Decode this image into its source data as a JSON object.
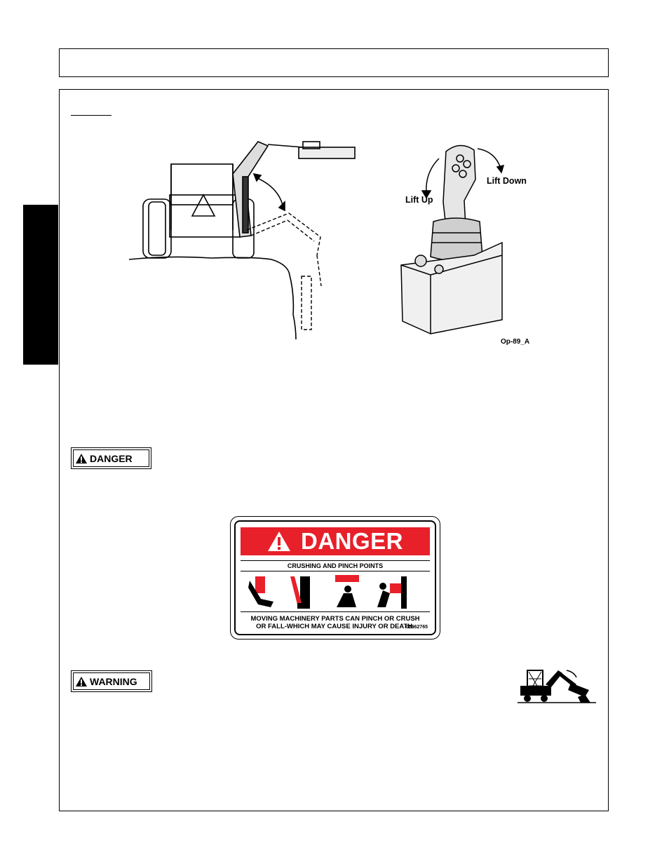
{
  "figure": {
    "lift_up_label": "Lift Up",
    "lift_down_label": "Lift Down",
    "figure_code": "Op-89_A"
  },
  "danger_badge": {
    "label": "DANGER"
  },
  "warning_badge": {
    "label": "WARNING"
  },
  "decal": {
    "signal_word": "DANGER",
    "hazard": "CRUSHING AND PINCH POINTS",
    "message_line1": "MOVING MACHINERY PARTS CAN PINCH OR CRUSH",
    "message_line2": "OR FALL-WHICH MAY CAUSE INJURY OR DEATH.",
    "part_number": "02962765"
  },
  "colors": {
    "danger_red": "#e8202a",
    "black": "#000000",
    "white": "#ffffff"
  },
  "icons": [
    "alert-triangle-icon",
    "crush-hand-icon",
    "pinch-leg-icon",
    "falling-load-icon",
    "crush-body-icon"
  ]
}
